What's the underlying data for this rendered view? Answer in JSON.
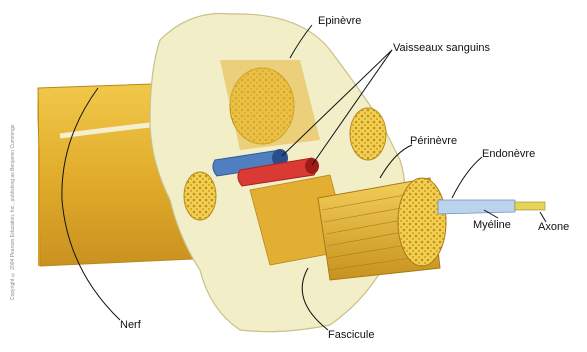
{
  "labels": {
    "epinevre": "Epinèvre",
    "vaisseaux": "Vaisseaux sanguins",
    "perinevre": "Périnèvre",
    "endonevre": "Endonèvre",
    "myeline": "Myéline",
    "axone": "Axone",
    "nerf": "Nerf",
    "fascicule": "Fascicule"
  },
  "copyright": "Copyright © 2004 Pearson Education, Inc., publishing as Benjamin Cummings",
  "colors": {
    "nerve_yellow": "#e7b73a",
    "nerve_dark": "#c89420",
    "epineurium": "#f1edc4",
    "fascicle_dots": "#d9a81c",
    "vein_blue": "#4f7ec1",
    "artery_red": "#d93a34",
    "myelin": "#bcd3ee"
  }
}
